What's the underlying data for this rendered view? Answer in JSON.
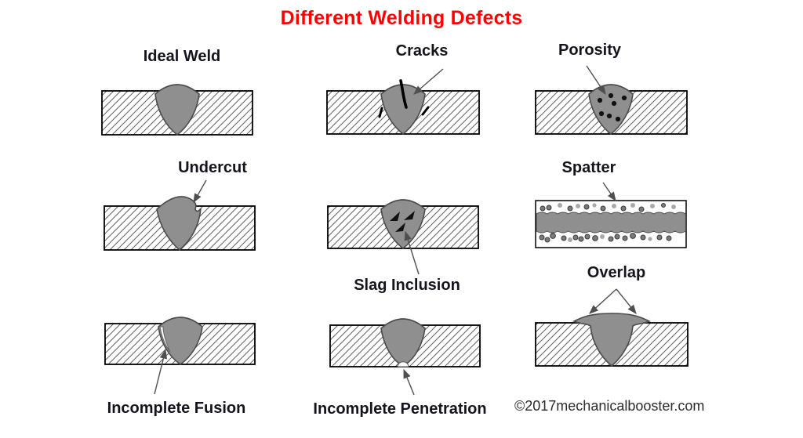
{
  "title": "Different Welding Defects",
  "watermark": "©2017mechanicalbooster.com",
  "colors": {
    "title": "#FF0000",
    "label": "#14141C",
    "weld": "#8F8F8F",
    "weld_outline": "#4A4A4A",
    "plate_border": "#000000",
    "hatch_line": "#606060",
    "arrow": "#4F4F4F",
    "defect_mark": "#000000",
    "spatter_dot_dark": "#7A7A7A",
    "spatter_dot_light": "#A9A9A9",
    "watermark_color": "#2B2B2B"
  },
  "panels": [
    {
      "id": "ideal-weld",
      "label": "Ideal Weld"
    },
    {
      "id": "cracks",
      "label": "Cracks"
    },
    {
      "id": "porosity",
      "label": "Porosity"
    },
    {
      "id": "undercut",
      "label": "Undercut"
    },
    {
      "id": "slag-inclusion",
      "label": "Slag Inclusion"
    },
    {
      "id": "spatter",
      "label": "Spatter"
    },
    {
      "id": "incomplete-fusion",
      "label": "Incomplete Fusion"
    },
    {
      "id": "incomplete-penetration",
      "label": "Incomplete Penetration"
    },
    {
      "id": "overlap",
      "label": "Overlap"
    }
  ]
}
